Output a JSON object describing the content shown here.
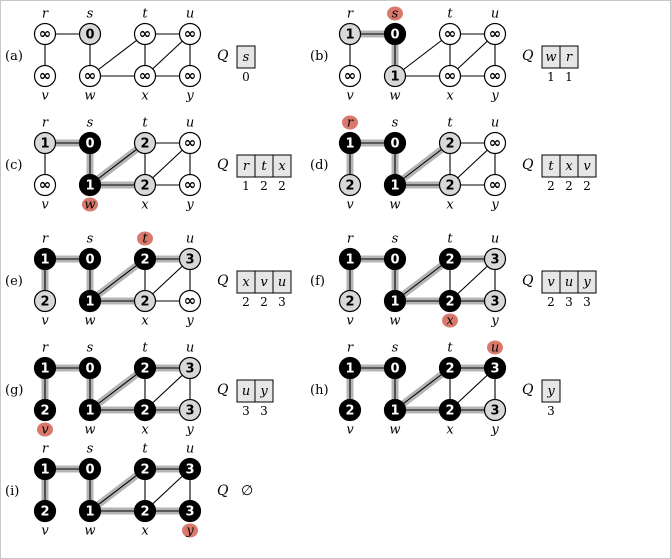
{
  "colors": {
    "white_node": "#ffffff",
    "gray_node": "#d8d8d8",
    "black_node": "#000000",
    "edge": "#000000",
    "tree_edge": "#b4b4b4",
    "queue_cell": "#e6e6e6",
    "highlight": "#d9796d",
    "text": "#000000"
  },
  "queue_symbol": "Q",
  "empty_symbol": "∅",
  "infinity": "∞",
  "vertices": [
    "r",
    "s",
    "t",
    "u",
    "v",
    "w",
    "x",
    "y"
  ],
  "edges": [
    [
      "r",
      "s"
    ],
    [
      "r",
      "v"
    ],
    [
      "s",
      "w"
    ],
    [
      "w",
      "t"
    ],
    [
      "w",
      "x"
    ],
    [
      "t",
      "x"
    ],
    [
      "t",
      "u"
    ],
    [
      "x",
      "u"
    ],
    [
      "x",
      "y"
    ],
    [
      "u",
      "y"
    ]
  ],
  "panels": [
    {
      "label": "(a)",
      "nodes": {
        "r": [
          "∞",
          "white"
        ],
        "s": [
          "0",
          "gray"
        ],
        "t": [
          "∞",
          "white"
        ],
        "u": [
          "∞",
          "white"
        ],
        "v": [
          "∞",
          "white"
        ],
        "w": [
          "∞",
          "white"
        ],
        "x": [
          "∞",
          "white"
        ],
        "y": [
          "∞",
          "white"
        ]
      },
      "tree_edges": [],
      "highlight": "",
      "queue": [
        "s"
      ],
      "queue_d": [
        "0"
      ]
    },
    {
      "label": "(b)",
      "nodes": {
        "r": [
          "1",
          "gray"
        ],
        "s": [
          "0",
          "black"
        ],
        "t": [
          "∞",
          "white"
        ],
        "u": [
          "∞",
          "white"
        ],
        "v": [
          "∞",
          "white"
        ],
        "w": [
          "1",
          "gray"
        ],
        "x": [
          "∞",
          "white"
        ],
        "y": [
          "∞",
          "white"
        ]
      },
      "tree_edges": [
        [
          "r",
          "s"
        ],
        [
          "s",
          "w"
        ]
      ],
      "highlight": "s",
      "queue": [
        "w",
        "r"
      ],
      "queue_d": [
        "1",
        "1"
      ]
    },
    {
      "label": "(c)",
      "nodes": {
        "r": [
          "1",
          "gray"
        ],
        "s": [
          "0",
          "black"
        ],
        "t": [
          "2",
          "gray"
        ],
        "u": [
          "∞",
          "white"
        ],
        "v": [
          "∞",
          "white"
        ],
        "w": [
          "1",
          "black"
        ],
        "x": [
          "2",
          "gray"
        ],
        "y": [
          "∞",
          "white"
        ]
      },
      "tree_edges": [
        [
          "r",
          "s"
        ],
        [
          "s",
          "w"
        ],
        [
          "w",
          "t"
        ],
        [
          "w",
          "x"
        ]
      ],
      "highlight": "w",
      "queue": [
        "r",
        "t",
        "x"
      ],
      "queue_d": [
        "1",
        "2",
        "2"
      ]
    },
    {
      "label": "(d)",
      "nodes": {
        "r": [
          "1",
          "black"
        ],
        "s": [
          "0",
          "black"
        ],
        "t": [
          "2",
          "gray"
        ],
        "u": [
          "∞",
          "white"
        ],
        "v": [
          "2",
          "gray"
        ],
        "w": [
          "1",
          "black"
        ],
        "x": [
          "2",
          "gray"
        ],
        "y": [
          "∞",
          "white"
        ]
      },
      "tree_edges": [
        [
          "r",
          "s"
        ],
        [
          "s",
          "w"
        ],
        [
          "w",
          "t"
        ],
        [
          "w",
          "x"
        ],
        [
          "r",
          "v"
        ]
      ],
      "highlight": "r",
      "queue": [
        "t",
        "x",
        "v"
      ],
      "queue_d": [
        "2",
        "2",
        "2"
      ]
    },
    {
      "label": "(e)",
      "nodes": {
        "r": [
          "1",
          "black"
        ],
        "s": [
          "0",
          "black"
        ],
        "t": [
          "2",
          "black"
        ],
        "u": [
          "3",
          "gray"
        ],
        "v": [
          "2",
          "gray"
        ],
        "w": [
          "1",
          "black"
        ],
        "x": [
          "2",
          "gray"
        ],
        "y": [
          "∞",
          "white"
        ]
      },
      "tree_edges": [
        [
          "r",
          "s"
        ],
        [
          "s",
          "w"
        ],
        [
          "w",
          "t"
        ],
        [
          "w",
          "x"
        ],
        [
          "r",
          "v"
        ],
        [
          "t",
          "u"
        ]
      ],
      "highlight": "t",
      "queue": [
        "x",
        "v",
        "u"
      ],
      "queue_d": [
        "2",
        "2",
        "3"
      ]
    },
    {
      "label": "(f)",
      "nodes": {
        "r": [
          "1",
          "black"
        ],
        "s": [
          "0",
          "black"
        ],
        "t": [
          "2",
          "black"
        ],
        "u": [
          "3",
          "gray"
        ],
        "v": [
          "2",
          "gray"
        ],
        "w": [
          "1",
          "black"
        ],
        "x": [
          "2",
          "black"
        ],
        "y": [
          "3",
          "gray"
        ]
      },
      "tree_edges": [
        [
          "r",
          "s"
        ],
        [
          "s",
          "w"
        ],
        [
          "w",
          "t"
        ],
        [
          "w",
          "x"
        ],
        [
          "r",
          "v"
        ],
        [
          "t",
          "u"
        ],
        [
          "x",
          "y"
        ]
      ],
      "highlight": "x",
      "queue": [
        "v",
        "u",
        "y"
      ],
      "queue_d": [
        "2",
        "3",
        "3"
      ]
    },
    {
      "label": "(g)",
      "nodes": {
        "r": [
          "1",
          "black"
        ],
        "s": [
          "0",
          "black"
        ],
        "t": [
          "2",
          "black"
        ],
        "u": [
          "3",
          "gray"
        ],
        "v": [
          "2",
          "black"
        ],
        "w": [
          "1",
          "black"
        ],
        "x": [
          "2",
          "black"
        ],
        "y": [
          "3",
          "gray"
        ]
      },
      "tree_edges": [
        [
          "r",
          "s"
        ],
        [
          "s",
          "w"
        ],
        [
          "w",
          "t"
        ],
        [
          "w",
          "x"
        ],
        [
          "r",
          "v"
        ],
        [
          "t",
          "u"
        ],
        [
          "x",
          "y"
        ]
      ],
      "highlight": "v",
      "queue": [
        "u",
        "y"
      ],
      "queue_d": [
        "3",
        "3"
      ]
    },
    {
      "label": "(h)",
      "nodes": {
        "r": [
          "1",
          "black"
        ],
        "s": [
          "0",
          "black"
        ],
        "t": [
          "2",
          "black"
        ],
        "u": [
          "3",
          "black"
        ],
        "v": [
          "2",
          "black"
        ],
        "w": [
          "1",
          "black"
        ],
        "x": [
          "2",
          "black"
        ],
        "y": [
          "3",
          "gray"
        ]
      },
      "tree_edges": [
        [
          "r",
          "s"
        ],
        [
          "s",
          "w"
        ],
        [
          "w",
          "t"
        ],
        [
          "w",
          "x"
        ],
        [
          "r",
          "v"
        ],
        [
          "t",
          "u"
        ],
        [
          "x",
          "y"
        ]
      ],
      "highlight": "u",
      "queue": [
        "y"
      ],
      "queue_d": [
        "3"
      ]
    },
    {
      "label": "(i)",
      "nodes": {
        "r": [
          "1",
          "black"
        ],
        "s": [
          "0",
          "black"
        ],
        "t": [
          "2",
          "black"
        ],
        "u": [
          "3",
          "black"
        ],
        "v": [
          "2",
          "black"
        ],
        "w": [
          "1",
          "black"
        ],
        "x": [
          "2",
          "black"
        ],
        "y": [
          "3",
          "black"
        ]
      },
      "tree_edges": [
        [
          "r",
          "s"
        ],
        [
          "s",
          "w"
        ],
        [
          "w",
          "t"
        ],
        [
          "w",
          "x"
        ],
        [
          "r",
          "v"
        ],
        [
          "t",
          "u"
        ],
        [
          "x",
          "y"
        ]
      ],
      "highlight": "y",
      "queue": [],
      "queue_d": []
    }
  ]
}
